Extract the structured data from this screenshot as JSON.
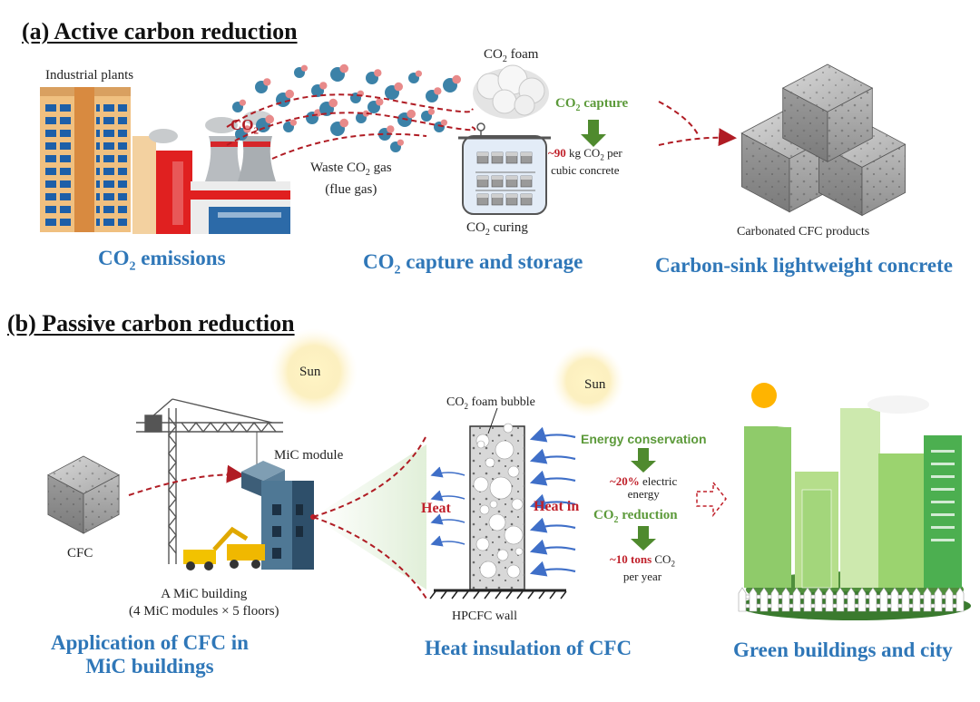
{
  "panel_a": {
    "heading": "(a) Active carbon reduction",
    "industrial_plants": "Industrial plants",
    "co2_cloud_label": "CO",
    "co2_cloud_sub": "2",
    "waste_gas_line1_pre": "Waste CO",
    "waste_gas_line1_sub": "2",
    "waste_gas_line1_post": " gas",
    "waste_gas_line2": "(flue gas)",
    "foam_pre": "CO",
    "foam_sub": "2",
    "foam_post": " foam",
    "capture_pre": "CO",
    "capture_sub": "2",
    "capture_post": " capture",
    "amount_value": "~90",
    "amount_rest_pre": " kg CO",
    "amount_rest_sub": "2",
    "amount_rest_post": " per",
    "amount_line2": "cubic concrete",
    "curing_pre": "CO",
    "curing_sub": "2",
    "curing_post": " curing",
    "products_label": "Carbonated CFC products",
    "caption_emissions_pre": "CO",
    "caption_emissions_sub": "2",
    "caption_emissions_post": " emissions",
    "caption_storage_pre": "CO",
    "caption_storage_sub": "2",
    "caption_storage_post": " capture and storage",
    "caption_concrete": "Carbon-sink lightweight concrete"
  },
  "panel_b": {
    "heading": "(b) Passive carbon reduction",
    "sun_left": "Sun",
    "sun_right": "Sun",
    "mic_module": "MiC module",
    "cfc_label": "CFC",
    "building_line1": "A MiC building",
    "building_line2": "(4 MiC modules × 5 floors)",
    "bubble_pre": "CO",
    "bubble_sub": "2",
    "bubble_post": " foam bubble",
    "heat_out": "Heat",
    "heat_in": "Heat in",
    "wall_label": "HPCFC wall",
    "energy_title": "Energy conservation",
    "energy_value": "~20%",
    "energy_rest": " electric",
    "energy_line2": "energy",
    "reduction_pre": "CO",
    "reduction_sub": "2",
    "reduction_post": " reduction",
    "reduction_value": "~10 tons",
    "reduction_rest_pre": " CO",
    "reduction_rest_sub": "2",
    "reduction_line2": "per year",
    "caption_app_line1": "Application of CFC in",
    "caption_app_line2": "MiC buildings",
    "caption_heat": "Heat insulation of CFC",
    "caption_green": "Green buildings and city"
  },
  "colors": {
    "caption_blue": "#2f77b8",
    "accent_green": "#5c9a3a",
    "accent_red": "#c0202a",
    "co2_carbon": "#3c82a8",
    "co2_oxygen": "#e88a8a"
  }
}
